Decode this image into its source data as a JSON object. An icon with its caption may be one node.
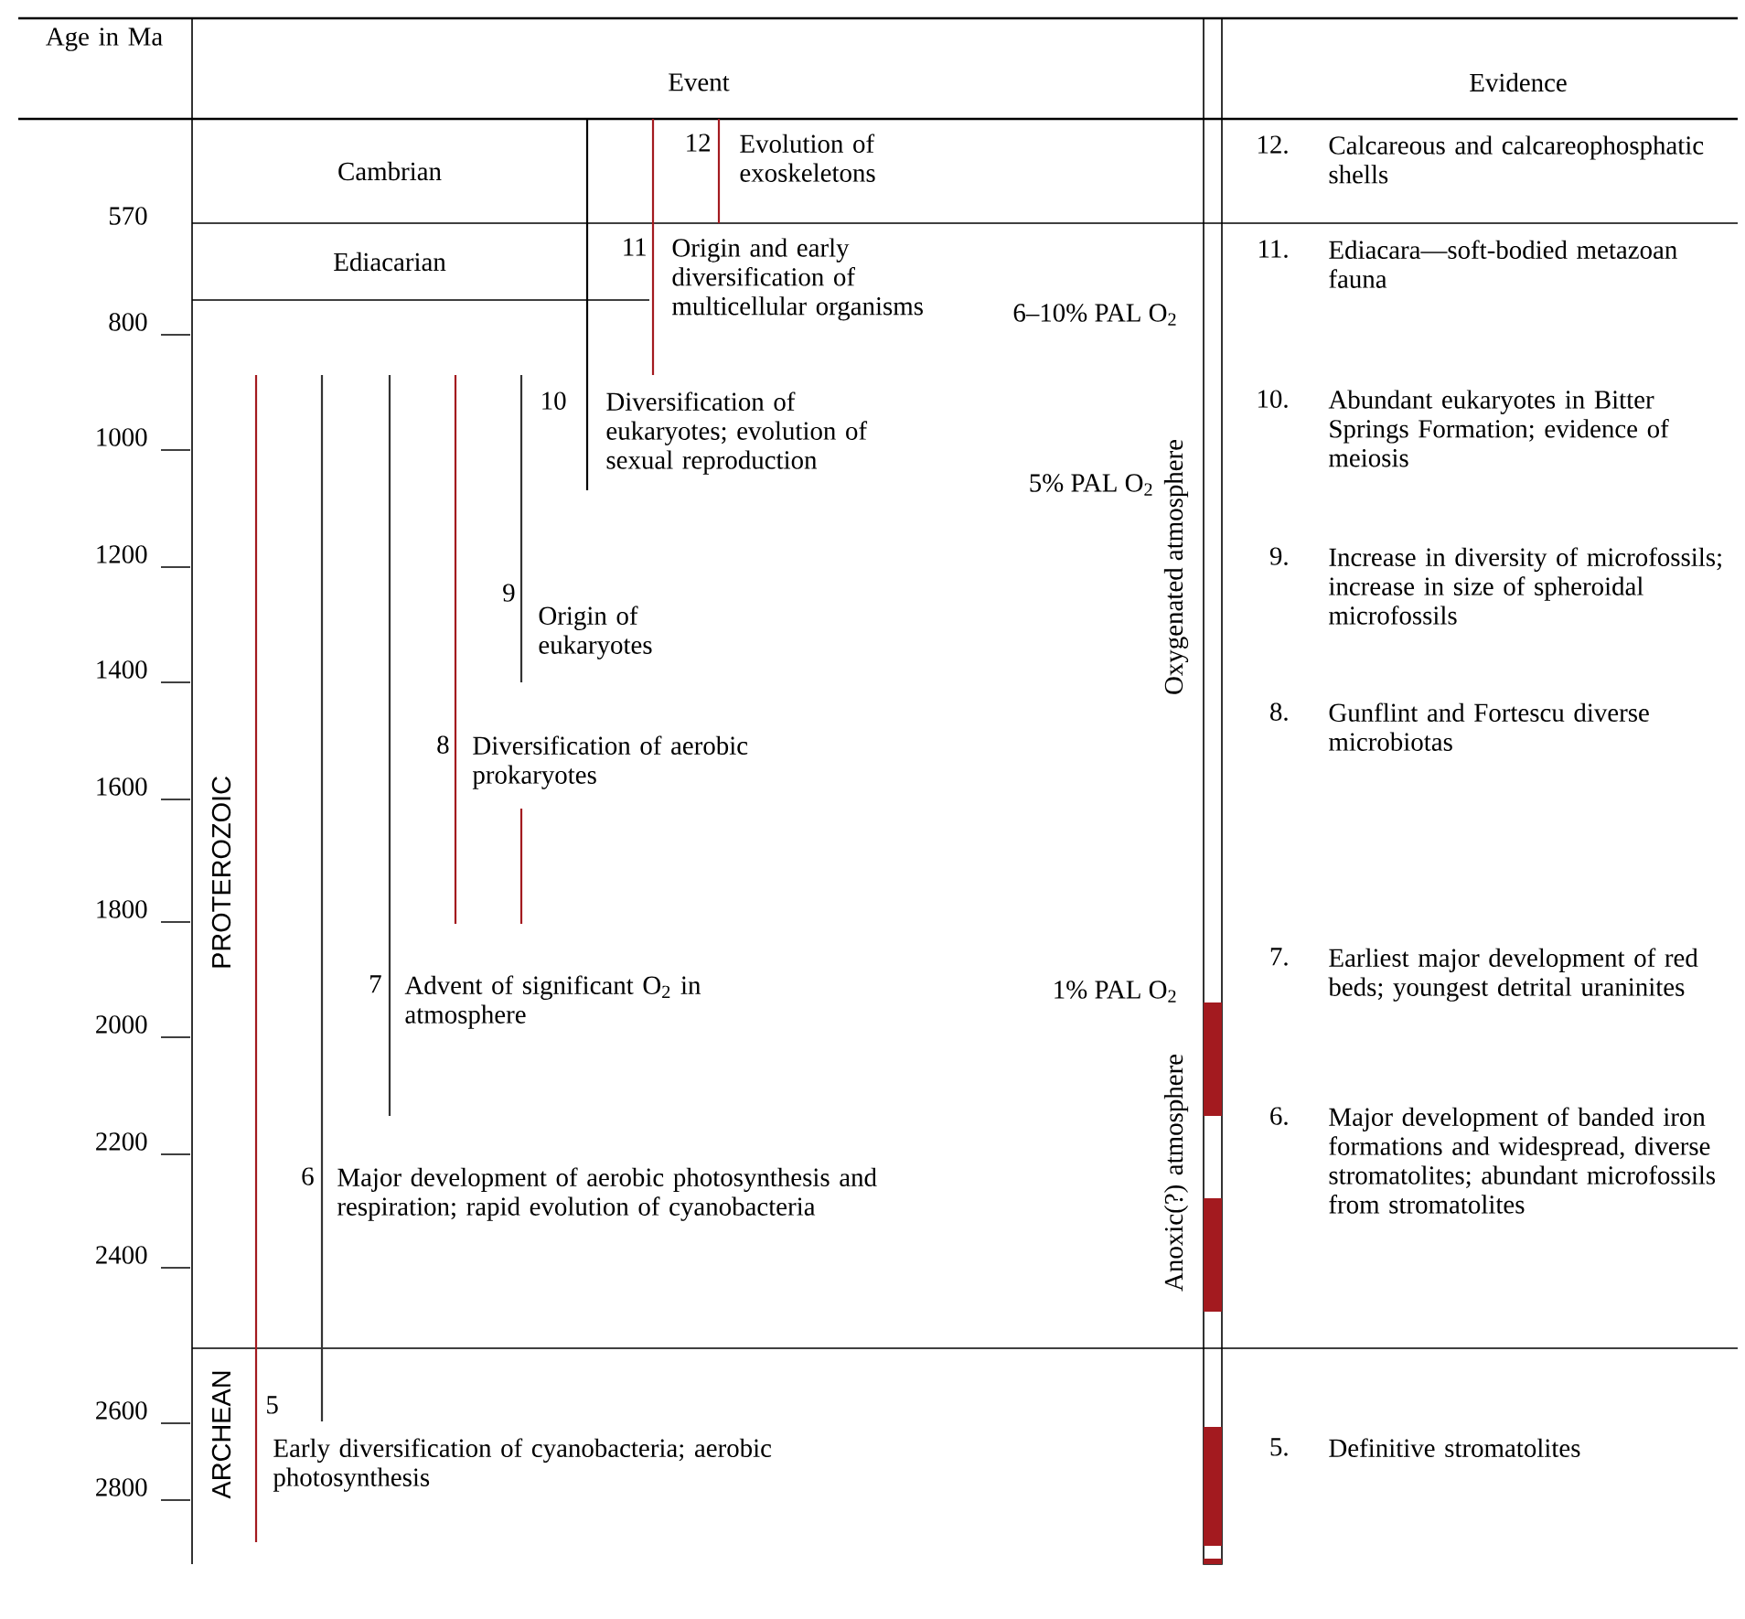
{
  "diagram": {
    "nodes": [
      {
        "text": [
          "Cambrian"
        ]
      },
      {
        "text": [
          "Ediacarian"
        ]
      }
    ],
    "labels": [
      "Age in Ma",
      "Event",
      "Evidence",
      "570",
      "800",
      "1000",
      "1200",
      "1400",
      "1600",
      "1800",
      "2000",
      "2200",
      "2400",
      "2600",
      "2800",
      "12",
      "Evolution of exoskeletons",
      "11",
      "Origin and early diversification of multicellular organisms",
      "10",
      "Diversification of eukaryotes; evolution of sexual reproduction",
      "9",
      "Origin of eukaryotes",
      "8",
      "Diversification of aerobic prokaryotes",
      "7",
      "Advent of significant O$_{2}$ in atmosphere",
      "6",
      "Major development of aerobic photosynthesis and respiration; rapid evolution of cyanobacteria",
      "5",
      "Early diversification of cyanobacteria; aerobic photosynthesis",
      "6–10% PAL O$_{2}$",
      "5% PAL O$_{2}$",
      "1% PAL O$_{2}$",
      "Oxygenated atmosphere",
      "Anoxic(?) atmosphere",
      "PROTEROZOIC",
      "ARCHEAN",
      "12.",
      "Calcareous and calcareophosphatic shells",
      "11.",
      "Ediacara—soft-bodied metazoan fauna",
      "10.",
      "Abundant eukaryotes in Bitter Springs Formation; evidence of meiosis",
      "9.",
      "Increase in diversity of microfossils; increase in size of spheroidal microfossils",
      "8.",
      "Gunflint and Fortescu diverse microbiotas",
      "7.",
      "Earliest major development of red beds; youngest detrital uraninites",
      "6.",
      "Major development of banded iron formations and widespread, diverse stromatolites; abundant microfossils from stromatolites",
      "5.",
      "Definitive stromatolites"
    ]
  }
}
